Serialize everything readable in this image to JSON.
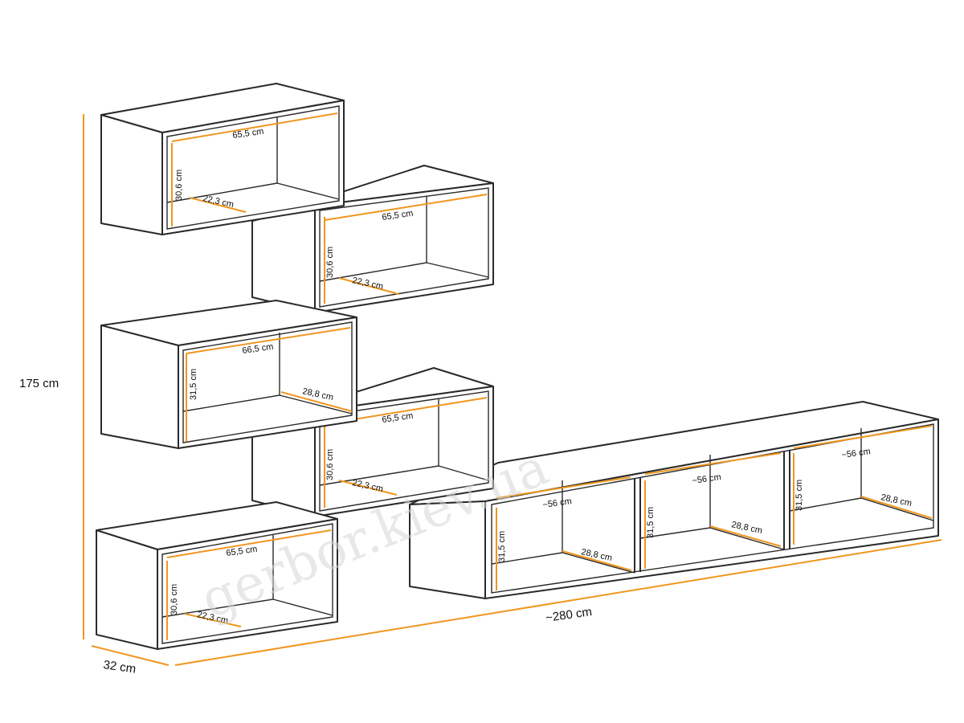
{
  "colors": {
    "dimension": "#f0961e",
    "outline": "#2a2a2a",
    "background": "#ffffff",
    "watermark": "#d6d6d6"
  },
  "watermark": "gerbor.kiev.ua",
  "overall": {
    "height": "175 cm",
    "width": "~280 cm",
    "depth": "32 cm"
  },
  "shelves": [
    {
      "id": "shelf-1",
      "width": "65,5 cm",
      "height": "30,6 cm",
      "depth": "22,3 cm"
    },
    {
      "id": "shelf-2",
      "width": "65,5 cm",
      "height": "30,6 cm",
      "depth": "22,3 cm"
    },
    {
      "id": "shelf-3",
      "width": "66,5 cm",
      "height": "31,5 cm",
      "depth": "28,8 cm"
    },
    {
      "id": "shelf-4",
      "width": "65,5 cm",
      "height": "30,6 cm",
      "depth": "22,3 cm"
    },
    {
      "id": "shelf-5",
      "width": "65,5 cm",
      "height": "30,6 cm",
      "depth": "22,3 cm"
    }
  ],
  "tv_stand": {
    "compartments": [
      {
        "id": "left",
        "width": "~56 cm",
        "height": "31,5 cm",
        "depth": "28,8 cm"
      },
      {
        "id": "middle",
        "width": "~56 cm",
        "height": "31,5 cm",
        "depth": "28,8 cm"
      },
      {
        "id": "right",
        "width": "~56 cm",
        "height": "31,5 cm",
        "depth": "28,8 cm"
      }
    ]
  }
}
